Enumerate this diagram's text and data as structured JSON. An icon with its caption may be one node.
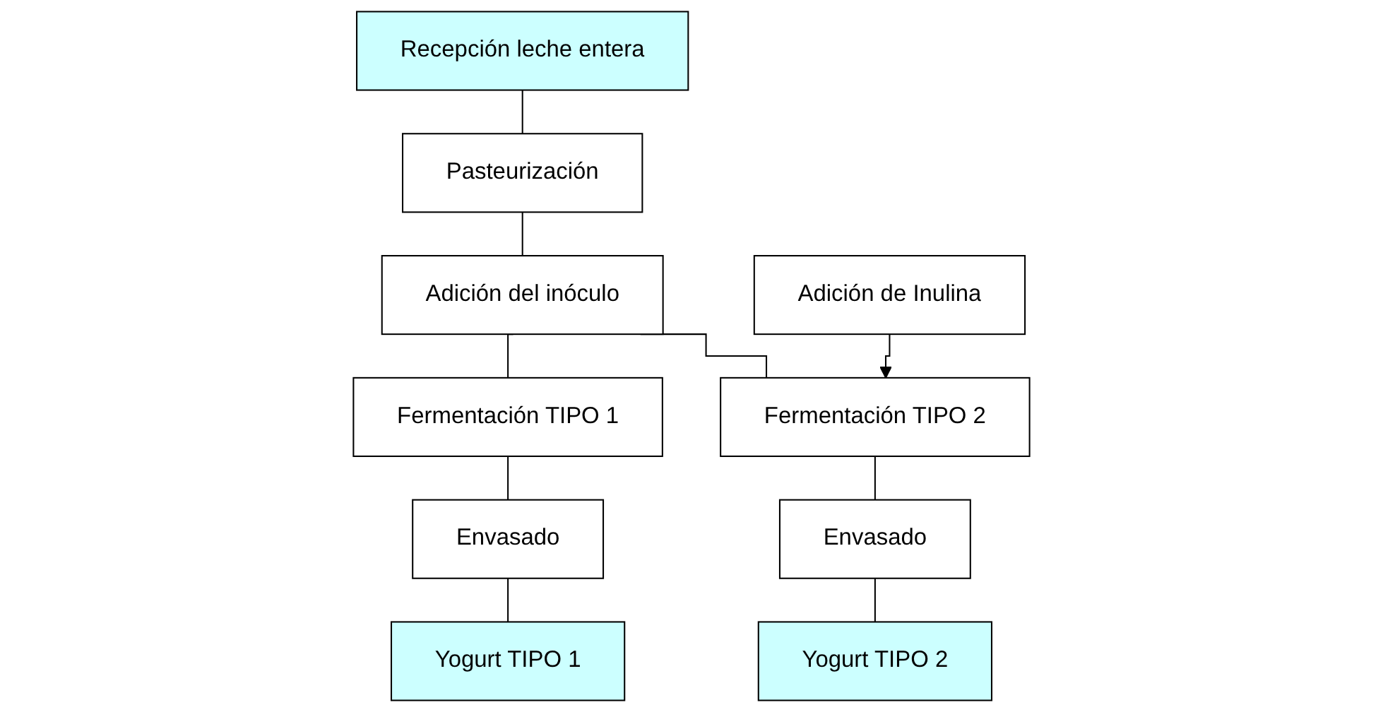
{
  "diagram": {
    "nodes": [
      {
        "text": [
          "Recepción leche entera"
        ]
      },
      {
        "text": [
          "Pasteurización"
        ]
      },
      {
        "text": [
          "Adición del inóculo"
        ]
      },
      {
        "text": [
          "Adición de Inulina"
        ]
      },
      {
        "text": [
          "Fermentación TIPO 1"
        ]
      },
      {
        "text": [
          "Fermentación TIPO 2"
        ]
      },
      {
        "text": [
          "Envasado"
        ]
      },
      {
        "text": [
          "Envasado"
        ]
      },
      {
        "text": [
          "Yogurt TIPO 1"
        ]
      },
      {
        "text": [
          "Yogurt TIPO 2"
        ]
      }
    ],
    "edges": [
      {
        "from": 0,
        "to": 1,
        "arrow": "none"
      },
      {
        "from": 1,
        "to": 2,
        "arrow": "none"
      },
      {
        "from": 2,
        "to": 4,
        "arrow": "none"
      },
      {
        "from": 2,
        "to": 5,
        "arrow": "none"
      },
      {
        "from": 3,
        "to": 5,
        "arrow": "to"
      },
      {
        "from": 4,
        "to": 6,
        "arrow": "none"
      },
      {
        "from": 6,
        "to": 8,
        "arrow": "none"
      },
      {
        "from": 5,
        "to": 7,
        "arrow": "none"
      },
      {
        "from": 7,
        "to": 9,
        "arrow": "none"
      }
    ]
  }
}
